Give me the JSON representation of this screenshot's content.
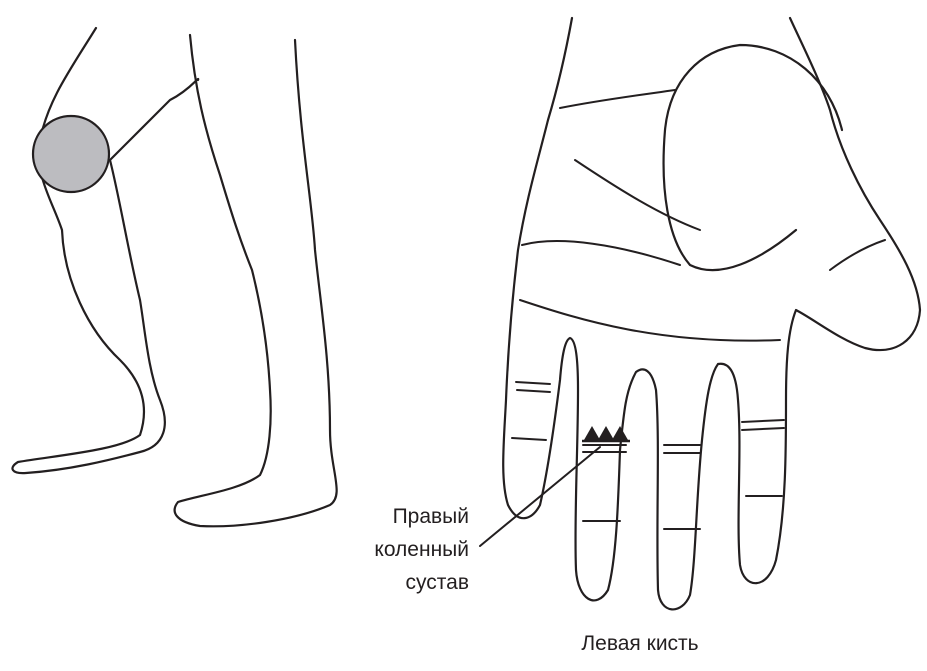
{
  "callout": {
    "line1": "Правый",
    "line2": "коленный",
    "line3": "сустав"
  },
  "hand_caption": "Левая кисть",
  "colors": {
    "highlight": "#bcbcc0",
    "ink": "#231f20"
  }
}
